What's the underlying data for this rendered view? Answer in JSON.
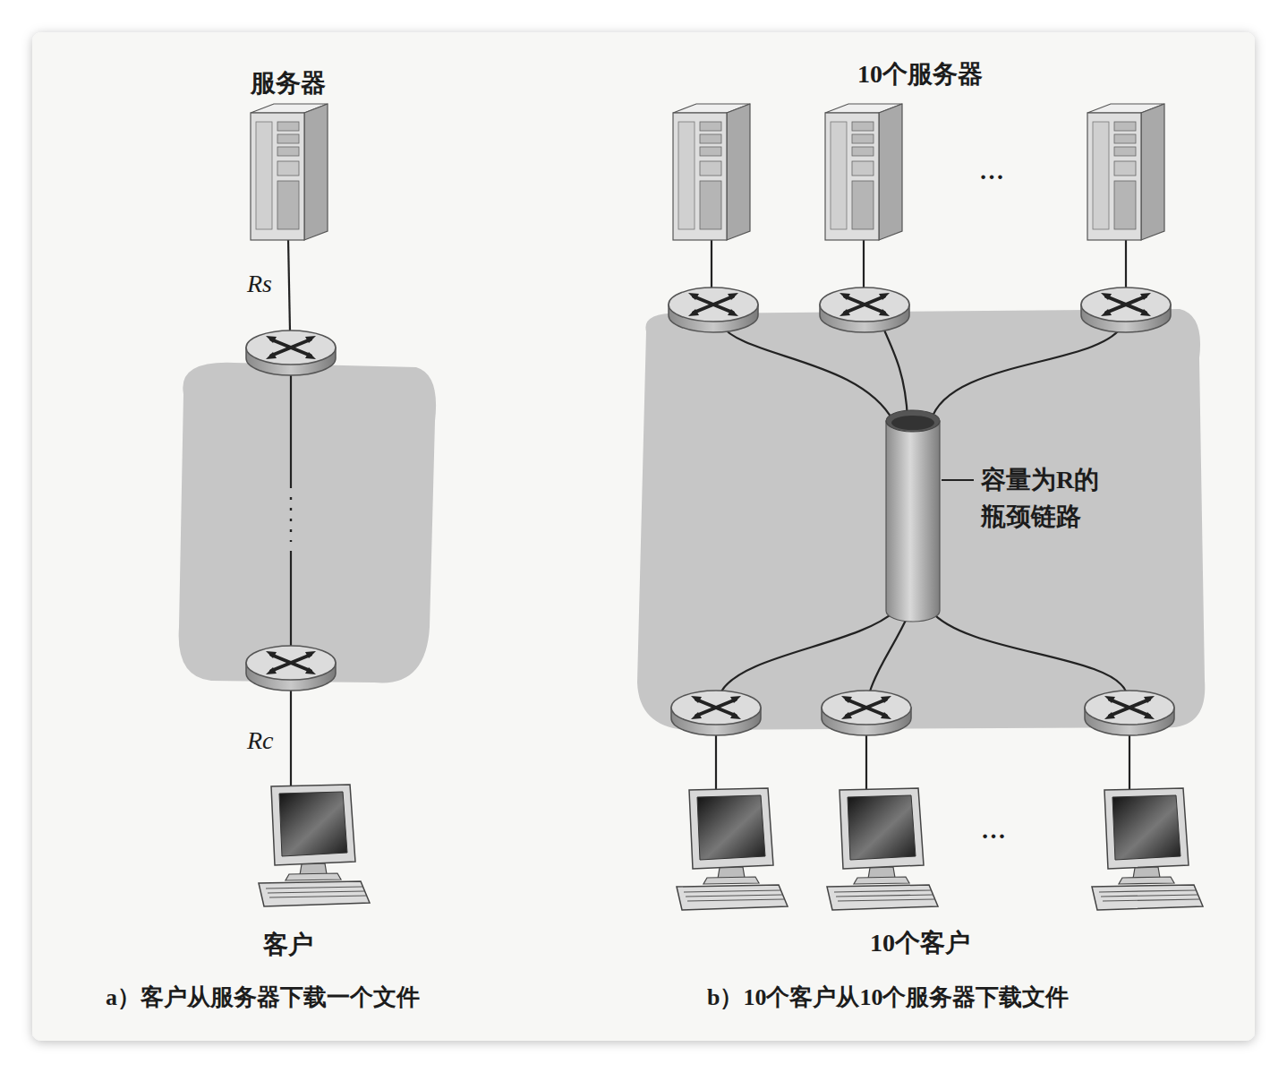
{
  "diagram": {
    "labels": [
      "服务器",
      "10个服务器",
      "Rs",
      "…",
      "容量为R的 瓶颈链路",
      "Rc",
      "…",
      "客户",
      "10个客户",
      "a）客户从服务器下载一个文件",
      "b）10个客户从10个服务器下载文件"
    ]
  }
}
